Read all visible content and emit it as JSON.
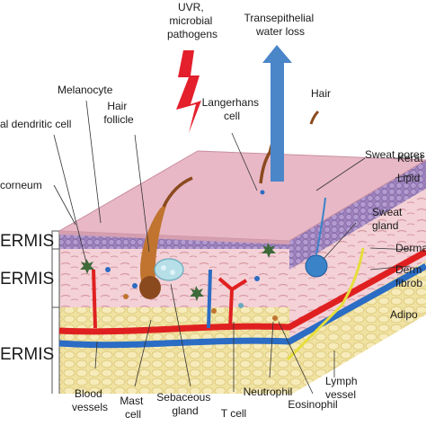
{
  "labels": {
    "uvr": [
      "UVR,",
      "microbial",
      "pathogens"
    ],
    "water_loss": [
      "Transepithelial",
      "water loss"
    ],
    "hair_top": "Hair",
    "melanocyte": "Melanocyte",
    "dendritic": "al dendritic cell",
    "hair_follicle": [
      "Hair",
      "follicle"
    ],
    "langerhans": [
      "Langerhans",
      "cell"
    ],
    "sweat_pores": "Sweat pores",
    "kerat": "Kerat",
    "lipid": "Lipid",
    "corneum": "corneum",
    "sweat_gland": [
      "Sweat",
      "gland"
    ],
    "derma": "Derma",
    "dermal_fibro": [
      "Derm",
      "fibrob"
    ],
    "adipo": "Adipo",
    "lymph": [
      "Lymph",
      "vessel"
    ],
    "blood": [
      "Blood",
      "vessels"
    ],
    "mast": [
      "Mast",
      "cell"
    ],
    "sebaceous": [
      "Sebaceous",
      "gland"
    ],
    "tcell": "T cell",
    "neutrophil": "Neutrophil",
    "eosinophil": "Eosinophil"
  },
  "layers": {
    "epidermis": "ERMIS",
    "dermis": "ERMIS",
    "hypodermis": "ERMIS"
  },
  "colors": {
    "surface_top": "#e9b9c6",
    "epidermis": "#a98ec4",
    "dermis": "#f3d0d6",
    "hypodermis": "#f1e3a4",
    "artery": "#e02020",
    "vein": "#2b6cc4",
    "arrow_blue": "#4a86c8",
    "hair": "#8b4a1e",
    "lightning": "#e3202c"
  }
}
